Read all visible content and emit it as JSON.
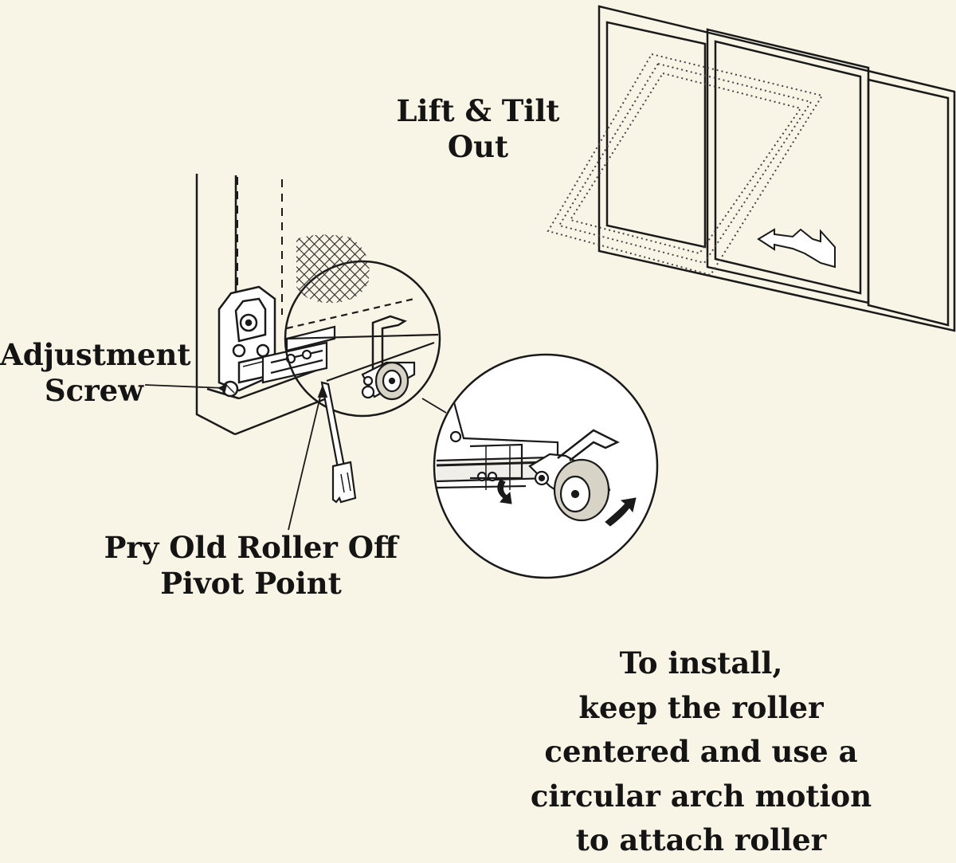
{
  "labels": {
    "lift_tilt": [
      "Lift & Tilt",
      "Out"
    ],
    "adjustment_screw": [
      "Adjustment",
      "Screw"
    ],
    "pry_roller": [
      "Pry Old Roller Off",
      "Pivot Point"
    ],
    "install_instructions": [
      "To install,",
      "keep the roller",
      "centered and use a",
      "circular arch motion",
      "to attach roller"
    ]
  },
  "colors": {
    "background": "#f8f5e7",
    "line": "#1a1a1a",
    "text": "#141414"
  },
  "icons": [
    "window-frame-icon",
    "tilted-sash-icon",
    "arrow-icon",
    "screen-mesh-icon",
    "hex-key-icon",
    "roller-wheel-icon",
    "screwdriver-icon",
    "rotation-arrow-icon"
  ]
}
